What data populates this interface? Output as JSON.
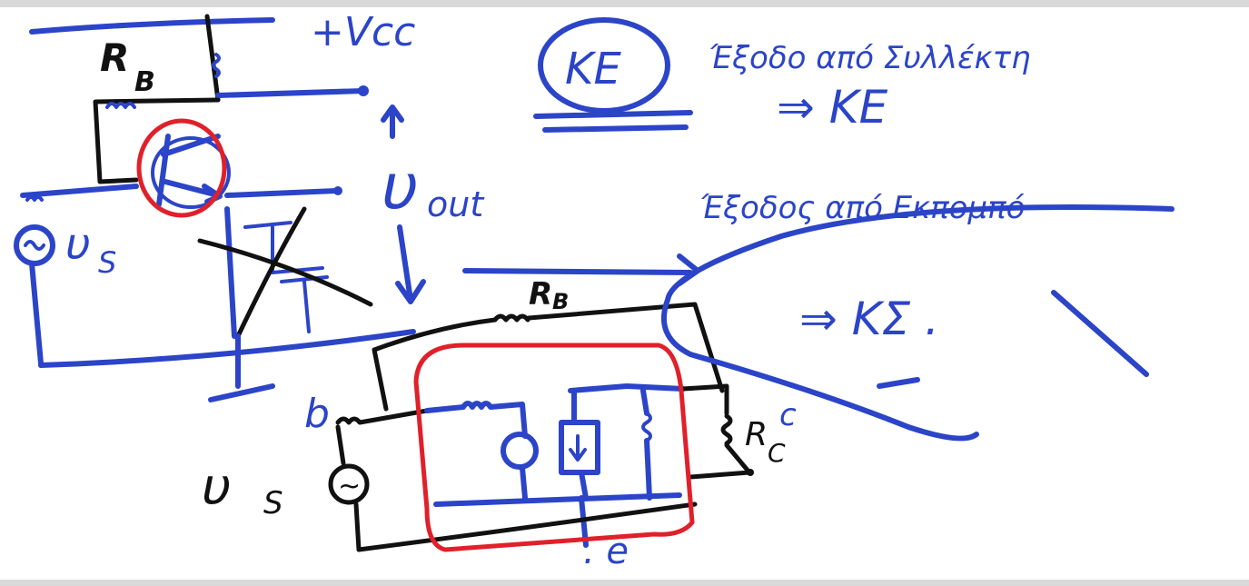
{
  "labels": {
    "rb_top": "R",
    "rb_top_sub": "B",
    "vcc": "+Vcc",
    "vs_left": "υ",
    "vs_left_sub": "S",
    "vout": "υ",
    "vout_sub": "out",
    "ke_circled": "ΚΕ",
    "line1": "Έξοδο από Συλλέκτη",
    "arrow_ke": "⇒ ΚΕ",
    "line2": "Έξοδος από Εκπομπό",
    "arrow_ks": "⇒ ΚΣ .",
    "rb_bottom": "R",
    "rb_bottom_sub": "B",
    "node_b": "b",
    "node_c": "c",
    "rc": "R",
    "rc_sub": "C",
    "vs_bottom": "υ",
    "vs_bottom_sub": "S",
    "node_e": ". e",
    "source_symbol": "~"
  },
  "colors": {
    "blue_ink": "#2b44c8",
    "black_ink": "#111111",
    "red_ink": "#e0202a",
    "board": "#ffffff",
    "frame": "#d9d9d9"
  }
}
